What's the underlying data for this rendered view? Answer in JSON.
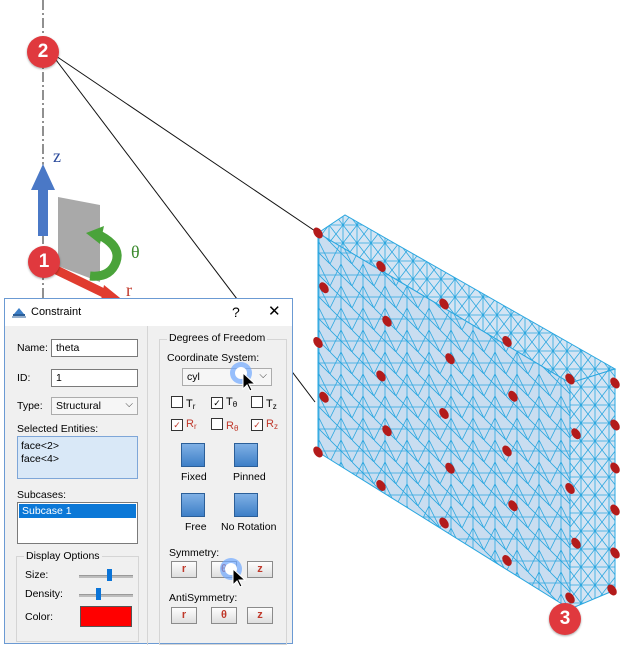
{
  "callouts": [
    "1",
    "2",
    "3"
  ],
  "axis_labels": {
    "z": "z",
    "theta": "θ",
    "r": "r"
  },
  "colors": {
    "mesh_fill": "#c8dcef",
    "mesh_line": "#2aa7e0",
    "constraint_marker": "#b31b1b",
    "callout": "#e0393e",
    "z_arrow": "#4a78c6",
    "theta_arrow": "#4aa33a",
    "r_arrow": "#e03c2f",
    "swatch": "#ff0000"
  },
  "dialog": {
    "title": "Constraint",
    "help": "?",
    "close": "✕",
    "name_label": "Name:",
    "name_value": "theta",
    "id_label": "ID:",
    "id_value": "1",
    "type_label": "Type:",
    "type_value": "Structural",
    "selected_entities_label": "Selected Entities:",
    "entities": [
      "face<2>",
      "face<4>"
    ],
    "subcases_label": "Subcases:",
    "subcases": [
      "Subcase 1"
    ],
    "display_options_label": "Display Options",
    "size_label": "Size:",
    "size_level": 0.55,
    "density_label": "Density:",
    "density_level": 0.35,
    "color_label": "Color:",
    "dof_label": "Degrees of Freedom",
    "coord_label": "Coordinate System:",
    "coord_value": "cyl",
    "dof_checks": [
      {
        "sym": "T",
        "sub": "r",
        "checked": false
      },
      {
        "sym": "T",
        "sub": "θ",
        "checked": true
      },
      {
        "sym": "T",
        "sub": "z",
        "checked": false
      },
      {
        "sym": "R",
        "sub": "r",
        "checked": true
      },
      {
        "sym": "R",
        "sub": "θ",
        "checked": false
      },
      {
        "sym": "R",
        "sub": "z",
        "checked": true
      }
    ],
    "presets": [
      "Fixed",
      "Pinned",
      "Free",
      "No Rotation"
    ],
    "symmetry_label": "Symmetry:",
    "antisymmetry_label": "AntiSymmetry:",
    "sym_buttons": [
      "r",
      "θ",
      "z"
    ],
    "antisym_buttons": [
      "r",
      "θ",
      "z"
    ]
  }
}
